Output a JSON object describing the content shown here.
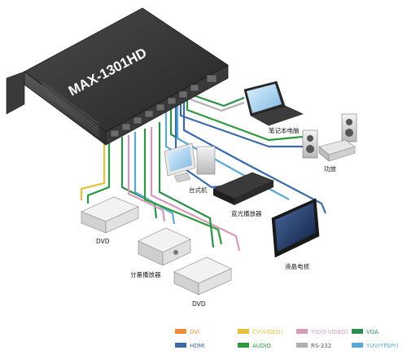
{
  "device": {
    "title": "MAX-1301HD"
  },
  "labels": {
    "laptop": "笔记本电脑",
    "amplifier": "功放",
    "desktop": "台式机",
    "bluray": "蓝光播放器",
    "lcd": "液晶电视",
    "dvd1": "DVD",
    "component_player": "分量播放器",
    "dvd2": "DVD"
  },
  "legend": [
    {
      "label": "DVI",
      "color": "#f08a3c"
    },
    {
      "label": "CV(VIDEO)",
      "color": "#e3c13a"
    },
    {
      "label": "Y/C(S-VIDEO)",
      "color": "#d69ab8"
    },
    {
      "label": "VGA",
      "color": "#2a8f4a"
    },
    {
      "label": "HDMI",
      "color": "#3a6aa8"
    },
    {
      "label": "AUDIO",
      "color": "#2b9a3c"
    },
    {
      "label": "RS-232",
      "color": "#b0b0b0"
    },
    {
      "label": "YUV(YPbPr)",
      "color": "#5aa8d6"
    }
  ]
}
